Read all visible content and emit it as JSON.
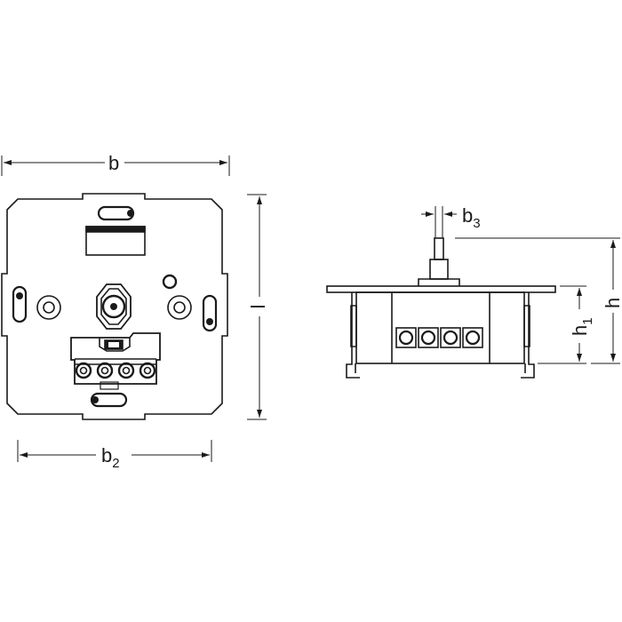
{
  "drawing": {
    "stroke_color": "#1a1a1a",
    "background": "#ffffff",
    "front_view": {
      "dimensions": {
        "width_label": "b",
        "width2_label": "b",
        "width2_sub": "2",
        "length_label": "l"
      },
      "terminal_count": 4
    },
    "side_view": {
      "dimensions": {
        "shaft_label": "b",
        "shaft_sub": "3",
        "height_label": "h",
        "height1_label": "h",
        "height1_sub": "1"
      },
      "terminal_count": 4
    }
  }
}
